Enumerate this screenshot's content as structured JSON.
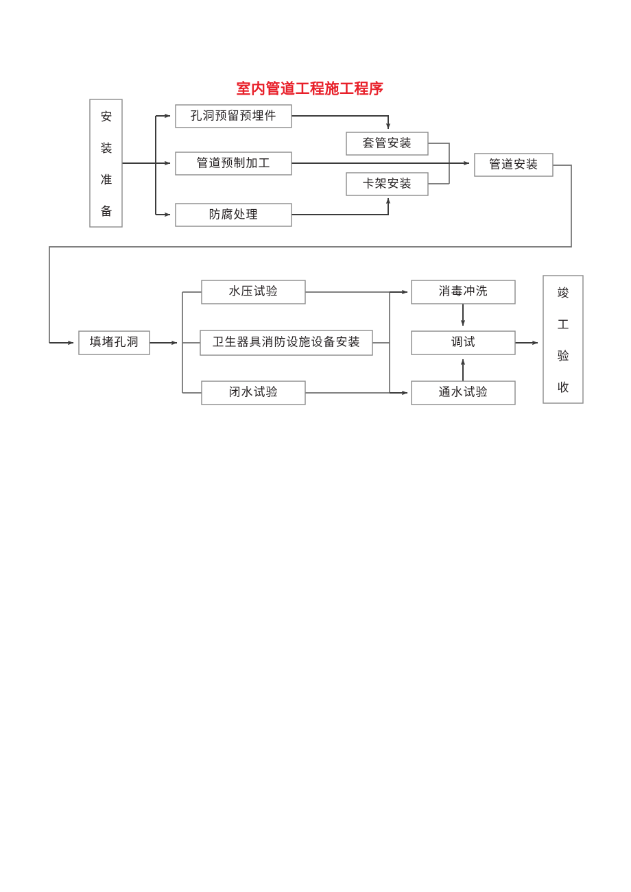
{
  "title": "室内管道工程施工程序",
  "title_color": "#e8202a",
  "box_border_color": "#8a8a8a",
  "connector_color": "#3b3b3b",
  "nodes": {
    "prep": "安 装 准 备",
    "prep_chars": [
      "安",
      "装",
      "准",
      "备"
    ],
    "hole_reserve": "孔洞预留预埋件",
    "pipe_prefab": "管道预制加工",
    "anticorrosion": "防腐处理",
    "sleeve_install": "套管安装",
    "bracket_install": "卡架安装",
    "pipe_install": "管道安装",
    "hole_fill": "填堵孔洞",
    "pressure_test": "水压试验",
    "sanitary_fire_equipment": "卫生器具消防设施设备安装",
    "water_tightness_test": "闭水试验",
    "disinfect_flush": "消毒冲洗",
    "commissioning": "调试",
    "water_supply_test": "通水试验",
    "acceptance": "竣 工 验 收",
    "acceptance_chars": [
      "竣",
      "工",
      "验",
      "收"
    ]
  },
  "flow_edges": [
    {
      "from": "prep",
      "to": "hole_reserve"
    },
    {
      "from": "prep",
      "to": "pipe_prefab"
    },
    {
      "from": "prep",
      "to": "anticorrosion"
    },
    {
      "from": "hole_reserve",
      "to": "sleeve_install"
    },
    {
      "from": "anticorrosion",
      "to": "bracket_install"
    },
    {
      "from": "sleeve_install",
      "to": "pipe_install"
    },
    {
      "from": "bracket_install",
      "to": "pipe_install"
    },
    {
      "from": "pipe_prefab",
      "to": "pipe_install"
    },
    {
      "from": "pipe_install",
      "to": "hole_fill"
    },
    {
      "from": "hole_fill",
      "to": "pressure_test"
    },
    {
      "from": "hole_fill",
      "to": "sanitary_fire_equipment"
    },
    {
      "from": "hole_fill",
      "to": "water_tightness_test"
    },
    {
      "from": "pressure_test",
      "to": "disinfect_flush"
    },
    {
      "from": "sanitary_fire_equipment",
      "to": "disinfect_flush"
    },
    {
      "from": "water_tightness_test",
      "to": "water_supply_test"
    },
    {
      "from": "disinfect_flush",
      "to": "commissioning"
    },
    {
      "from": "water_supply_test",
      "to": "commissioning"
    },
    {
      "from": "commissioning",
      "to": "acceptance"
    }
  ]
}
